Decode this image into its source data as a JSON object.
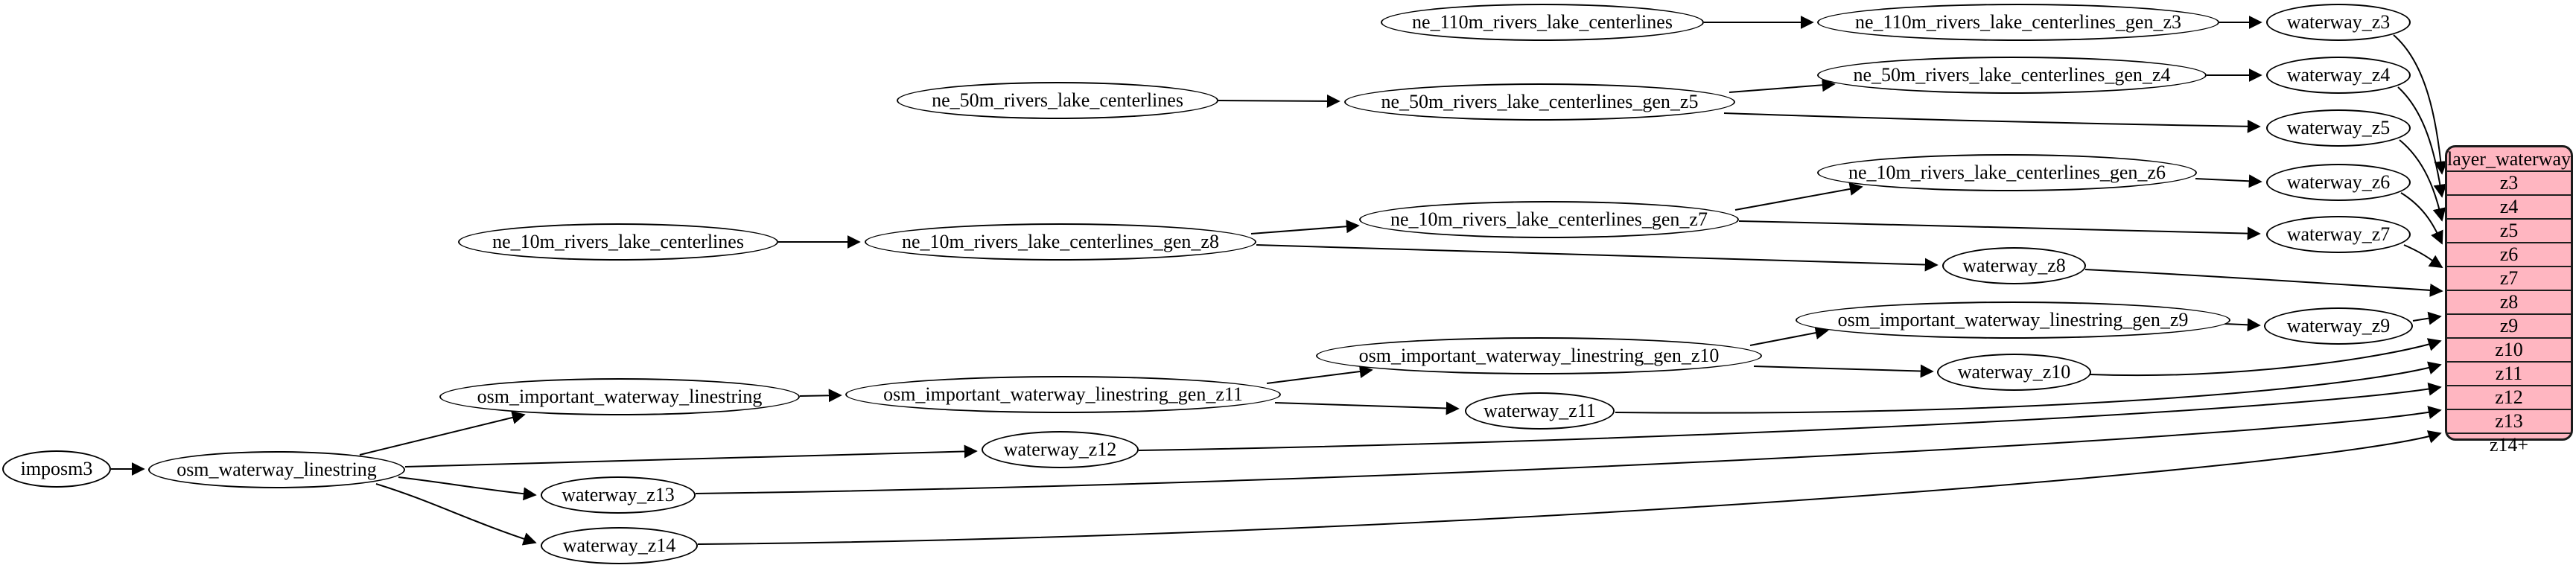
{
  "diagram": {
    "background_color": "#ffffff",
    "node_fill": "#ffffff",
    "node_stroke": "#000000",
    "edge_color": "#000000",
    "nodes": {
      "imposm3": "imposm3",
      "osm_waterway_linestring": "osm_waterway_linestring",
      "osm_important_waterway_linestring": "osm_important_waterway_linestring",
      "ne_10m_rivers_lake_centerlines": "ne_10m_rivers_lake_centerlines",
      "ne_50m_rivers_lake_centerlines": "ne_50m_rivers_lake_centerlines",
      "ne_110m_rivers_lake_centerlines": "ne_110m_rivers_lake_centerlines",
      "ne_110m_rivers_lake_centerlines_gen_z3": "ne_110m_rivers_lake_centerlines_gen_z3",
      "ne_50m_rivers_lake_centerlines_gen_z4": "ne_50m_rivers_lake_centerlines_gen_z4",
      "ne_50m_rivers_lake_centerlines_gen_z5": "ne_50m_rivers_lake_centerlines_gen_z5",
      "ne_10m_rivers_lake_centerlines_gen_z6": "ne_10m_rivers_lake_centerlines_gen_z6",
      "ne_10m_rivers_lake_centerlines_gen_z7": "ne_10m_rivers_lake_centerlines_gen_z7",
      "ne_10m_rivers_lake_centerlines_gen_z8": "ne_10m_rivers_lake_centerlines_gen_z8",
      "osm_important_waterway_linestring_gen_z9": "osm_important_waterway_linestring_gen_z9",
      "osm_important_waterway_linestring_gen_z10": "osm_important_waterway_linestring_gen_z10",
      "osm_important_waterway_linestring_gen_z11": "osm_important_waterway_linestring_gen_z11",
      "waterway_z3": "waterway_z3",
      "waterway_z4": "waterway_z4",
      "waterway_z5": "waterway_z5",
      "waterway_z6": "waterway_z6",
      "waterway_z7": "waterway_z7",
      "waterway_z8": "waterway_z8",
      "waterway_z9": "waterway_z9",
      "waterway_z10": "waterway_z10",
      "waterway_z11": "waterway_z11",
      "waterway_z12": "waterway_z12",
      "waterway_z13": "waterway_z13",
      "waterway_z14": "waterway_z14"
    },
    "record": {
      "title": "layer_waterway",
      "rows": [
        "z3",
        "z4",
        "z5",
        "z6",
        "z7",
        "z8",
        "z9",
        "z10",
        "z11",
        "z12",
        "z13",
        "z14+"
      ],
      "fill": "#ffb6c1",
      "stroke": "#1a1a1a"
    },
    "edges": [
      {
        "from": "imposm3",
        "to": "osm_waterway_linestring"
      },
      {
        "from": "osm_waterway_linestring",
        "to": "osm_important_waterway_linestring"
      },
      {
        "from": "osm_waterway_linestring",
        "to": "waterway_z12"
      },
      {
        "from": "osm_waterway_linestring",
        "to": "waterway_z13"
      },
      {
        "from": "osm_waterway_linestring",
        "to": "waterway_z14"
      },
      {
        "from": "osm_important_waterway_linestring",
        "to": "osm_important_waterway_linestring_gen_z11"
      },
      {
        "from": "osm_important_waterway_linestring_gen_z11",
        "to": "osm_important_waterway_linestring_gen_z10"
      },
      {
        "from": "osm_important_waterway_linestring_gen_z11",
        "to": "waterway_z11"
      },
      {
        "from": "osm_important_waterway_linestring_gen_z10",
        "to": "osm_important_waterway_linestring_gen_z9"
      },
      {
        "from": "osm_important_waterway_linestring_gen_z10",
        "to": "waterway_z10"
      },
      {
        "from": "osm_important_waterway_linestring_gen_z9",
        "to": "waterway_z9"
      },
      {
        "from": "ne_110m_rivers_lake_centerlines",
        "to": "ne_110m_rivers_lake_centerlines_gen_z3"
      },
      {
        "from": "ne_110m_rivers_lake_centerlines_gen_z3",
        "to": "waterway_z3"
      },
      {
        "from": "ne_50m_rivers_lake_centerlines",
        "to": "ne_50m_rivers_lake_centerlines_gen_z5"
      },
      {
        "from": "ne_50m_rivers_lake_centerlines_gen_z5",
        "to": "ne_50m_rivers_lake_centerlines_gen_z4"
      },
      {
        "from": "ne_50m_rivers_lake_centerlines_gen_z5",
        "to": "waterway_z5"
      },
      {
        "from": "ne_50m_rivers_lake_centerlines_gen_z4",
        "to": "waterway_z4"
      },
      {
        "from": "ne_10m_rivers_lake_centerlines",
        "to": "ne_10m_rivers_lake_centerlines_gen_z8"
      },
      {
        "from": "ne_10m_rivers_lake_centerlines_gen_z8",
        "to": "ne_10m_rivers_lake_centerlines_gen_z7"
      },
      {
        "from": "ne_10m_rivers_lake_centerlines_gen_z8",
        "to": "waterway_z8"
      },
      {
        "from": "ne_10m_rivers_lake_centerlines_gen_z7",
        "to": "ne_10m_rivers_lake_centerlines_gen_z6"
      },
      {
        "from": "ne_10m_rivers_lake_centerlines_gen_z7",
        "to": "waterway_z7"
      },
      {
        "from": "ne_10m_rivers_lake_centerlines_gen_z6",
        "to": "waterway_z6"
      },
      {
        "from": "waterway_z3",
        "to": "layer_waterway.z3"
      },
      {
        "from": "waterway_z4",
        "to": "layer_waterway.z4"
      },
      {
        "from": "waterway_z5",
        "to": "layer_waterway.z5"
      },
      {
        "from": "waterway_z6",
        "to": "layer_waterway.z6"
      },
      {
        "from": "waterway_z7",
        "to": "layer_waterway.z7"
      },
      {
        "from": "waterway_z8",
        "to": "layer_waterway.z8"
      },
      {
        "from": "waterway_z9",
        "to": "layer_waterway.z9"
      },
      {
        "from": "waterway_z10",
        "to": "layer_waterway.z10"
      },
      {
        "from": "waterway_z11",
        "to": "layer_waterway.z11"
      },
      {
        "from": "waterway_z12",
        "to": "layer_waterway.z12"
      },
      {
        "from": "waterway_z13",
        "to": "layer_waterway.z13"
      },
      {
        "from": "waterway_z14",
        "to": "layer_waterway.z14+"
      }
    ]
  }
}
